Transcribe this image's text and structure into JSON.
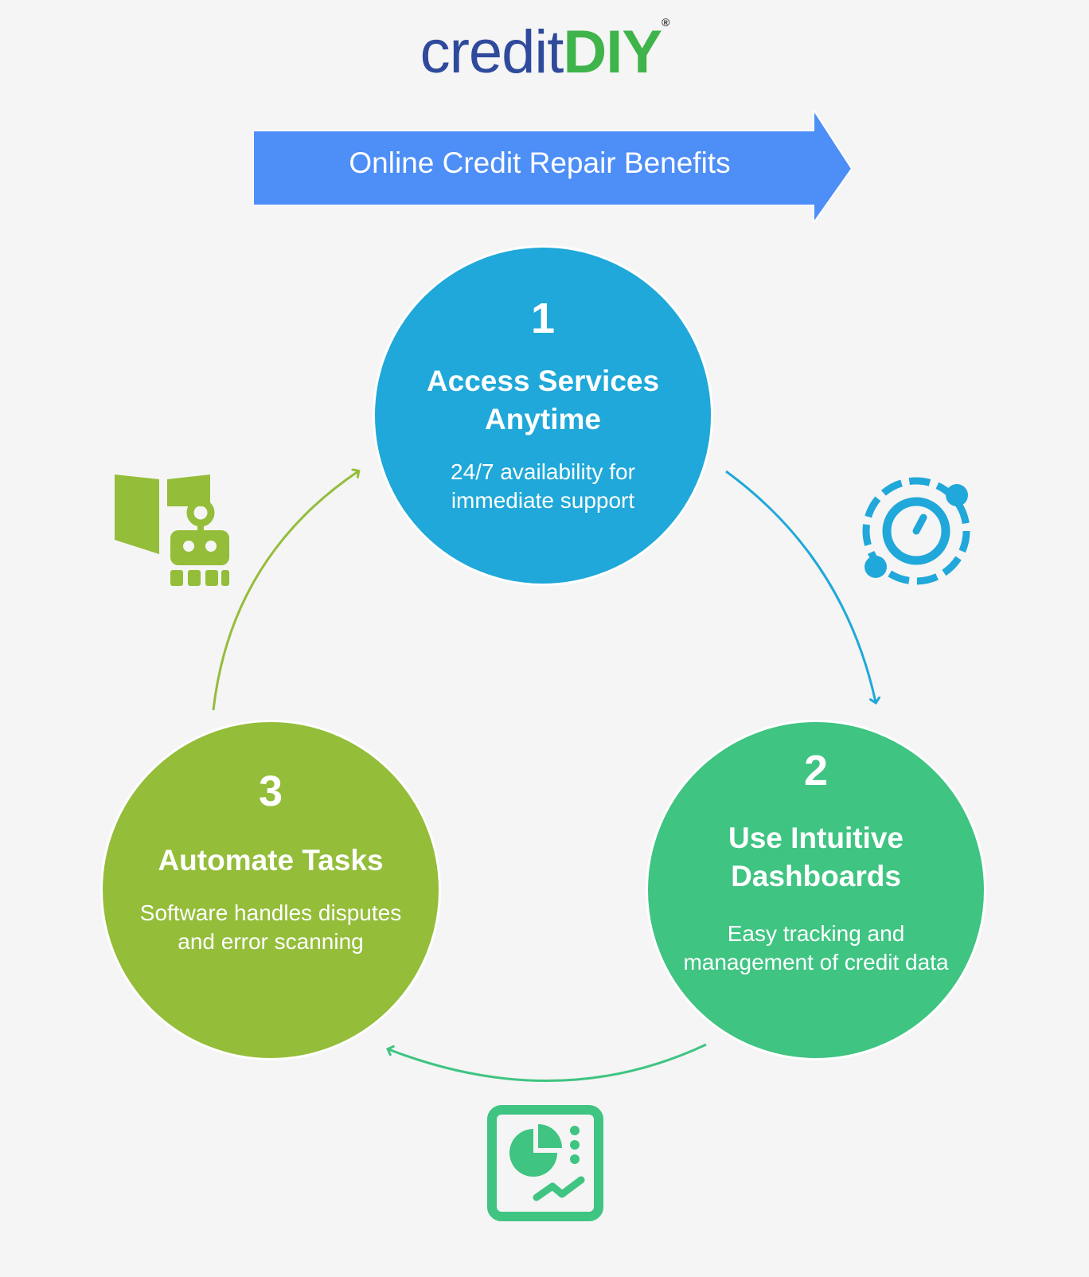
{
  "logo": {
    "part1": "credit",
    "part2": "DIY",
    "reg": "®"
  },
  "banner": {
    "title": "Online Credit Repair Benefits"
  },
  "steps": [
    {
      "number": "1",
      "title": "Access Services Anytime",
      "description": "24/7 availability for immediate support",
      "color": "#1fa8d9"
    },
    {
      "number": "2",
      "title": "Use Intuitive Dashboards",
      "description": "Easy tracking and management of credit data",
      "color": "#3fc482"
    },
    {
      "number": "3",
      "title": "Automate Tasks",
      "description": "Software handles disputes and error scanning",
      "color": "#94bd3a"
    }
  ],
  "icons": [
    {
      "name": "clock-orbit-icon",
      "color": "#1fa8d9"
    },
    {
      "name": "dashboard-chart-icon",
      "color": "#3fc482"
    },
    {
      "name": "book-robot-icon",
      "color": "#94bd3a"
    }
  ],
  "colors": {
    "banner": "#4d8ef7",
    "background": "#f5f5f5"
  }
}
